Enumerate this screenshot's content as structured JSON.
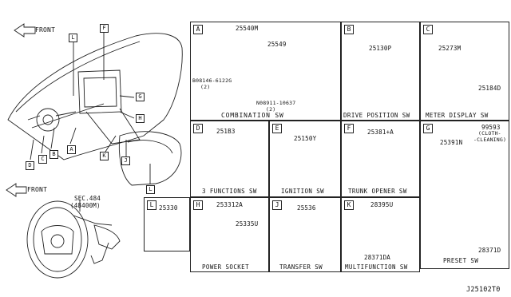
{
  "front_label_top": "FRONT",
  "front_label_bottom": "FRONT",
  "sec_ref": {
    "line1": "SEC.484",
    "line2": "(48400M)"
  },
  "dash_callouts": [
    "L",
    "F",
    "G",
    "H",
    "K",
    "J",
    "L",
    "A",
    "B",
    "C",
    "D"
  ],
  "panels": {
    "A": {
      "letter": "A",
      "caption": "COMBINATION SW",
      "parts": [
        "25540M",
        "25549"
      ],
      "bolt1": {
        "code": "B08146-6122G",
        "qty": "(2)"
      },
      "bolt2": {
        "code": "N08911-10637",
        "qty": "(2)"
      }
    },
    "B": {
      "letter": "B",
      "caption": "DRIVE POSITION SW",
      "part": "25130P"
    },
    "C": {
      "letter": "C",
      "caption": "METER DISPLAY SW",
      "parts": [
        "25273M",
        "25184D"
      ]
    },
    "D": {
      "letter": "D",
      "caption": "3 FUNCTIONS SW",
      "part": "251B3"
    },
    "E": {
      "letter": "E",
      "caption": "IGNITION SW",
      "part": "25150Y"
    },
    "F": {
      "letter": "F",
      "caption": "TRUNK OPENER SW",
      "part": "25381+A"
    },
    "G": {
      "letter": "G",
      "caption": "PRESET SW",
      "parts": [
        "99593",
        "25391N",
        "28371D"
      ],
      "note1": "(CLOTH-",
      "note2": "-CLEANING)"
    },
    "L": {
      "letter": "L",
      "part": "25330"
    },
    "H": {
      "letter": "H",
      "caption": "POWER SOCKET",
      "parts": [
        "253312A",
        "25335U"
      ]
    },
    "J": {
      "letter": "J",
      "caption": "TRANSFER SW",
      "part": "25536"
    },
    "K": {
      "letter": "K",
      "caption": "MULTIFUNCTION SW",
      "parts": [
        "28395U",
        "28371DA"
      ]
    }
  },
  "diagram_code": "J25102T0"
}
